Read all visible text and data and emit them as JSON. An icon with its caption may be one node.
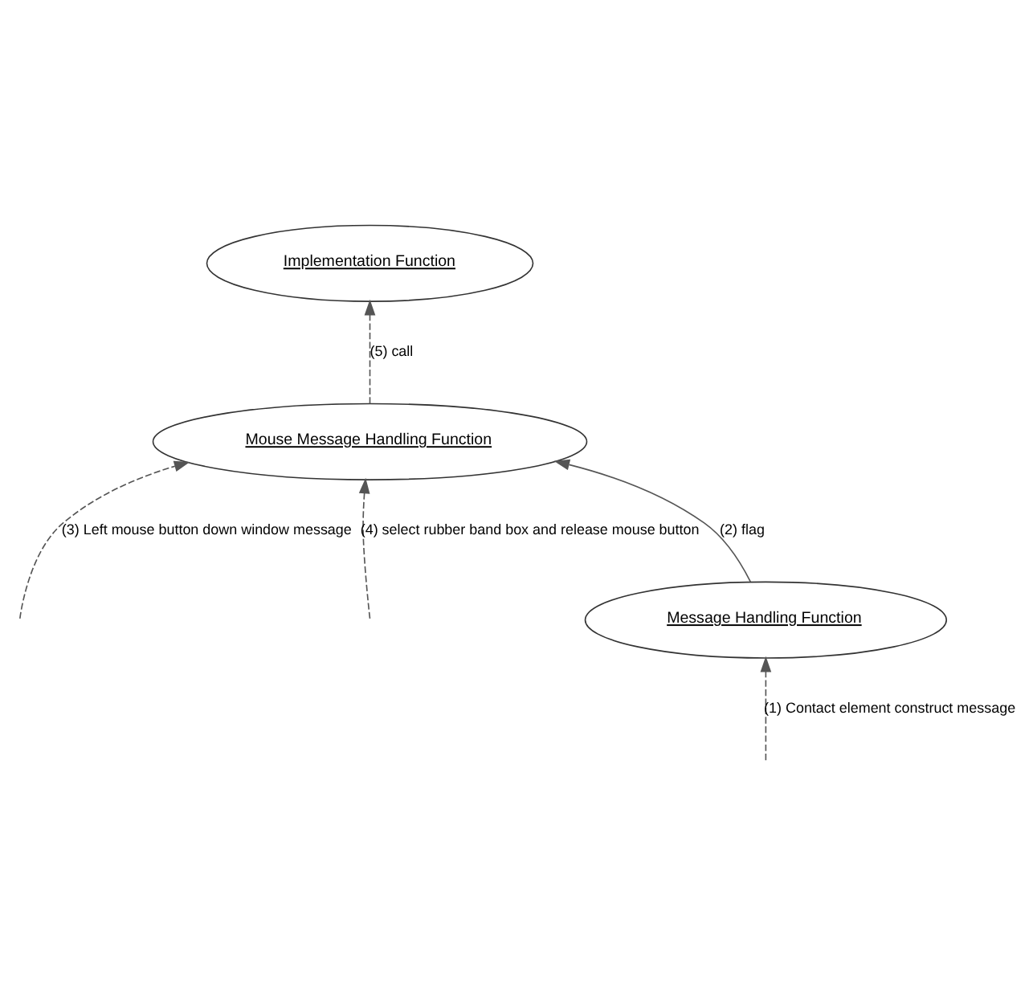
{
  "diagram": {
    "nodes": [
      {
        "text": [
          "Message Handling Function"
        ]
      },
      {
        "text": [
          "Implementation Function"
        ]
      },
      {
        "text": [
          "Mouse Message Handling Function"
        ]
      }
    ],
    "edges": [
      {
        "from": null,
        "to": 0,
        "arrow": "to",
        "label": "(1) Contact element construct message",
        "style": "dashed"
      },
      {
        "from": 0,
        "to": 2,
        "arrow": "to",
        "label": "(2) flag"
      },
      {
        "from": 2,
        "to": 1,
        "arrow": "to",
        "label": "(5) call",
        "style": "dashed"
      },
      {
        "from": null,
        "to": 2,
        "arrow": "to",
        "label": "(3) Left mouse button down window message",
        "style": "dashed"
      },
      {
        "from": null,
        "to": 2,
        "arrow": "to",
        "label": "(4) select rubber band box and release mouse button",
        "style": "dashed"
      }
    ]
  }
}
